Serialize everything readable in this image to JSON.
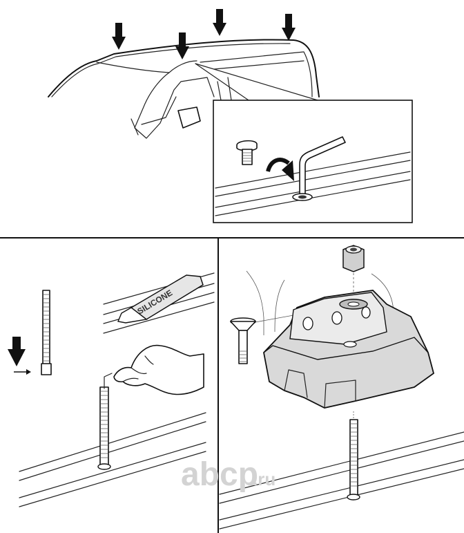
{
  "silicone_tube": {
    "label": "SILICONE"
  },
  "watermark": {
    "brand": "abcp",
    "suffix": ".ru"
  },
  "colors": {
    "line": "#111111",
    "background": "#ffffff",
    "watermark": "#d3d3d3",
    "tube": "#e6e6e6",
    "block": "#d9d9d9"
  }
}
